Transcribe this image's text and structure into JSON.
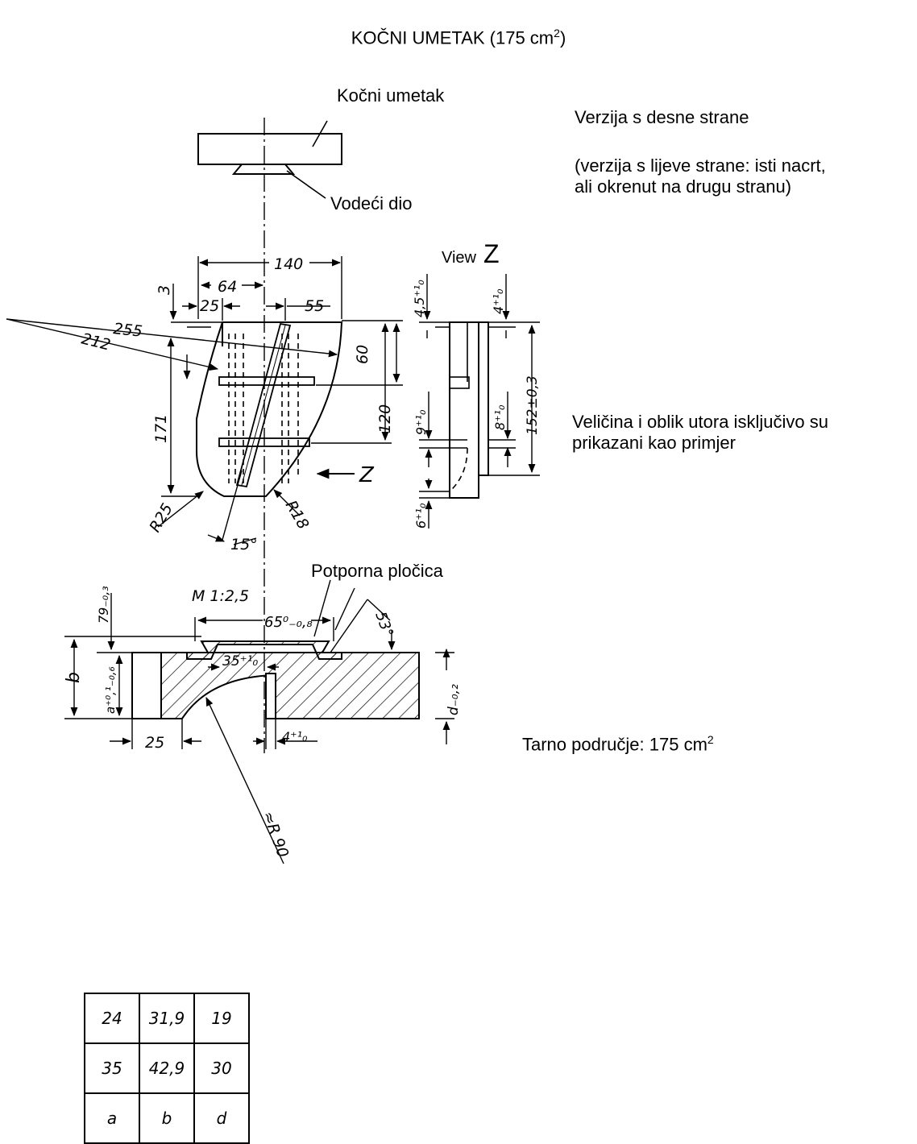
{
  "title": {
    "main": "KOČNI UMETAK (175 cm",
    "sup": "2",
    "close": ")"
  },
  "labels": {
    "brake_insert": "Kočni umetak",
    "guide_part": "Vodeći dio",
    "view": "View",
    "view_letter": "Z",
    "support_plate": "Potporna pločica",
    "scale": "M 1:2,5"
  },
  "notes": {
    "version_right": "Verzija s desne strane",
    "version_left_1": "(verzija s lijeve strane: isti nacrt,",
    "version_left_2": "ali okrenut na drugu stranu)",
    "slot_note_1": "Veličina i oblik utora isključivo su",
    "slot_note_2": "prikazani kao primjer",
    "friction_area": "Tarno područje: 175 cm",
    "friction_sup": "2"
  },
  "dimensions": {
    "d140": "140",
    "d64": "64",
    "d3": "3",
    "d25": "25",
    "d55": "55",
    "d255": "255",
    "d212": "212",
    "d60": "60",
    "d120": "120",
    "d171": "171",
    "r25": "R25",
    "r18": "R18",
    "a15": "15°",
    "z_arrow": "Z",
    "v45": "4,5⁺¹₀",
    "v4": "4⁺¹₀",
    "v9": "9⁺¹₀",
    "v8": "8⁺¹₀",
    "v152": "152±0,3",
    "v6": "6⁺¹₀",
    "s79": "79₋₀,₃",
    "s65": "65⁰₋₀,₈",
    "s53": "53°",
    "s35": "35⁺¹₀",
    "sb": "b",
    "sa": "a⁺⁰,¹₋₀,₆",
    "sd": "d₋₀,₂",
    "s25": "25",
    "s4": "4⁺¹₀",
    "r90": "≈R 90"
  },
  "table": {
    "rows": [
      [
        "24",
        "31,9",
        "19"
      ],
      [
        "35",
        "42,9",
        "30"
      ],
      [
        "a",
        "b",
        "d"
      ]
    ]
  }
}
